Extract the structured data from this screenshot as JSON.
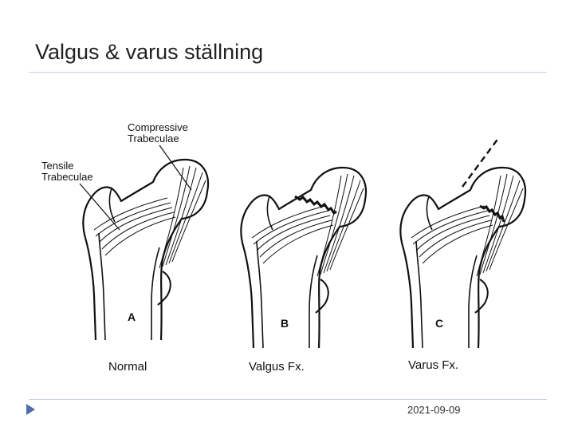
{
  "slide": {
    "title": "Valgus & varus ställning",
    "date": "2021-09-09"
  },
  "figure": {
    "label_compressive_line1": "Compressive",
    "label_compressive_line2": "Trabeculae",
    "label_tensile_line1": "Tensile",
    "label_tensile_line2": "Trabeculae",
    "panels": [
      {
        "letter": "A",
        "caption": "Normal"
      },
      {
        "letter": "B",
        "caption": "Valgus Fx."
      },
      {
        "letter": "C",
        "caption": "Varus Fx."
      }
    ]
  },
  "colors": {
    "accent": "#4f6fa8",
    "rule": "#c9d3df"
  },
  "icons": {
    "footer_arrow": "triangle-right-icon"
  }
}
